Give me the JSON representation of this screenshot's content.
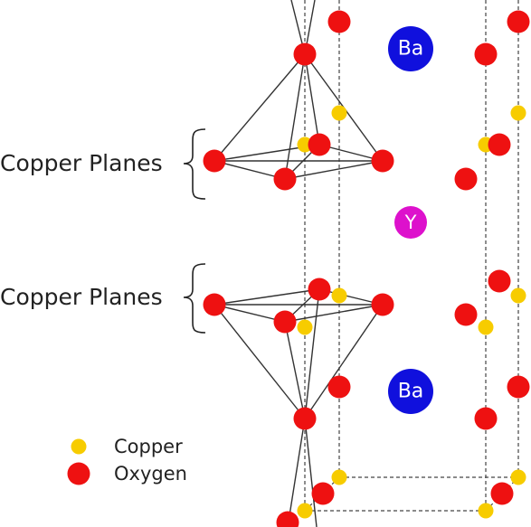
{
  "labels": {
    "upper_plane": "Copper Planes",
    "lower_plane": "Copper Planes"
  },
  "atoms": {
    "barium_upper": "Ba",
    "barium_lower": "Ba",
    "yttrium": "Y"
  },
  "legend": {
    "copper": "Copper",
    "oxygen": "Oxygen"
  },
  "colors": {
    "oxygen": "#ee1111",
    "copper": "#f7cc00",
    "barium": "#1010dd",
    "yttrium": "#dd11cc",
    "bond": "#333333",
    "cell_edge": "#444444"
  }
}
